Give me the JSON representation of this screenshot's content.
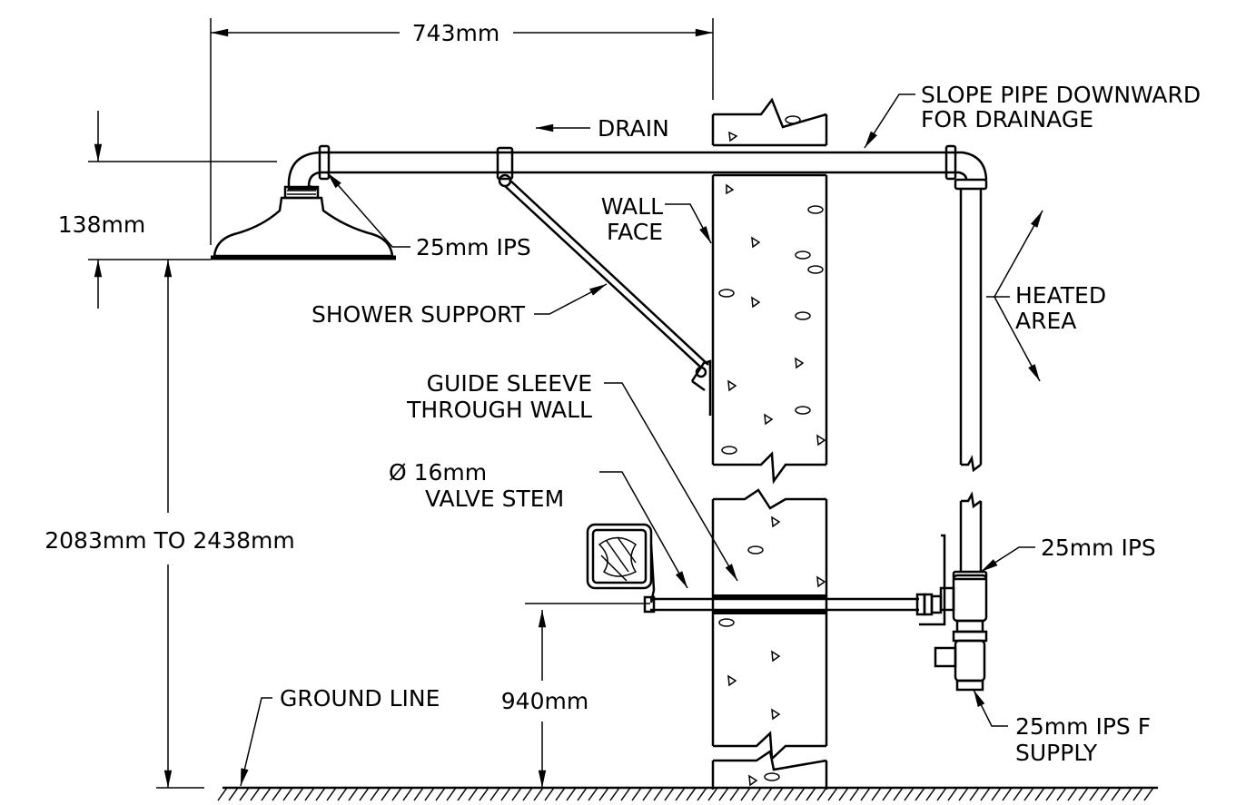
{
  "dimensions": {
    "horizontal_reach": "743mm",
    "head_drop": "138mm",
    "head_height": "2083mm TO 2438mm",
    "valve_height": "940mm"
  },
  "labels": {
    "drain": "DRAIN",
    "slope_line1": "SLOPE PIPE DOWNWARD",
    "slope_line2": "FOR DRAINAGE",
    "wall_face_line1": "WALL",
    "wall_face_line2": "FACE",
    "head_ips": "25mm IPS",
    "shower_support": "SHOWER SUPPORT",
    "heated_line1": "HEATED",
    "heated_line2": "AREA",
    "guide_line1": "GUIDE SLEEVE",
    "guide_line2": "THROUGH WALL",
    "valve_stem_line1": "Ø  16mm",
    "valve_stem_line2": "VALVE STEM",
    "valve_ips": "25mm IPS",
    "supply_line1": "25mm IPS F",
    "supply_line2": "SUPPLY",
    "ground_line": "GROUND LINE"
  }
}
